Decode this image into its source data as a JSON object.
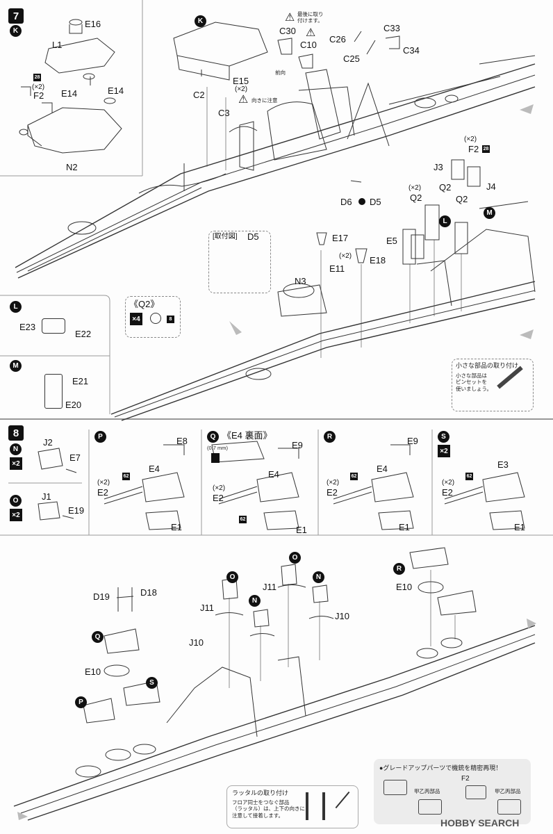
{
  "step7": {
    "number": "7",
    "warning_last": "最後に取り\n付けます。",
    "forward_label": "前向",
    "direction_note": "向きに注意",
    "mounting_figure_label": "[取付図]",
    "mounting_figure_part": "D5",
    "small_parts_title": "小さな部品の取り付け",
    "small_parts_body": "小さな部品は\nピンセットを\n使いましょう。",
    "sub_k": "K",
    "sub_l": "L",
    "sub_m": "M",
    "q2_title": "《Q2》",
    "q2_count": "×4",
    "q2_sheet": "8",
    "part_labels": {
      "E16": "E16",
      "L1": "L1",
      "F2": "F2",
      "F2_qty": "(×2)",
      "F2_sheet": "28",
      "E14a": "E14",
      "E14b": "E14",
      "N2": "N2",
      "C2": "C2",
      "C3": "C3",
      "E15": "E15",
      "E15_qty": "(×2)",
      "C30": "C30",
      "C10": "C10",
      "C26": "C26",
      "C25": "C25",
      "C33": "C33",
      "C34": "C34",
      "D6": "D6",
      "D5": "D5",
      "F2b": "F2",
      "F2b_qty": "(×2)",
      "F2b_sheet": "28",
      "J3": "J3",
      "J4": "J4",
      "Q2a": "Q2",
      "Q2a_qty": "(×2)",
      "Q2b": "Q2",
      "Q2c": "Q2",
      "E5": "E5",
      "E17": "E17",
      "E11": "E11",
      "E11_qty": "(×2)",
      "E18": "E18",
      "N3": "N3",
      "E23": "E23",
      "E22": "E22",
      "E21": "E21",
      "E20": "E20"
    }
  },
  "step8": {
    "number": "8",
    "sub_n": "N",
    "sub_o": "O",
    "sub_p": "P",
    "sub_q": "Q",
    "sub_r": "R",
    "sub_s": "S",
    "n_count": "×2",
    "o_count": "×2",
    "s_count": "×2",
    "q_title": "《E4 裏面》",
    "q_drill": "(0.7 mm)",
    "sheet62": "62",
    "raised_ladder_title": "ラッタルの取り付け",
    "raised_ladder_body": "フロア同士をつなぐ部品\n（ラッタル）は、上下の向きに\n注意して接着します。",
    "upgrade_title": "●グレードアップパーツで機銃を精密再現！",
    "upgrade_left": "甲乙丙部品",
    "upgrade_right": "甲乙丙部品",
    "upgrade_part": "F2",
    "part_labels": {
      "J2": "J2",
      "E7": "E7",
      "J1": "J1",
      "E19": "E19",
      "E8": "E8",
      "E4p": "E4",
      "E2p": "E2",
      "E2p_qty": "(×2)",
      "E1p": "E1",
      "E9q": "E9",
      "E4q": "E4",
      "E2q": "E2",
      "E2q_qty": "(×2)",
      "E1q": "E1",
      "E9r": "E9",
      "E4r": "E4",
      "E2r": "E2",
      "E2r_qty": "(×2)",
      "E1r": "E1",
      "E3s": "E3",
      "E2s": "E2",
      "E2s_qty": "(×2)",
      "E1s": "E1",
      "D19": "D19",
      "D18": "D18",
      "E10a": "E10",
      "E10b": "E10",
      "J11a": "J11",
      "J11b": "J11",
      "J10a": "J10",
      "J10b": "J10"
    }
  },
  "watermark": "HOBBY SEARCH",
  "colors": {
    "ink": "#111111",
    "panel_gray": "#ececec",
    "line": "#333333"
  }
}
